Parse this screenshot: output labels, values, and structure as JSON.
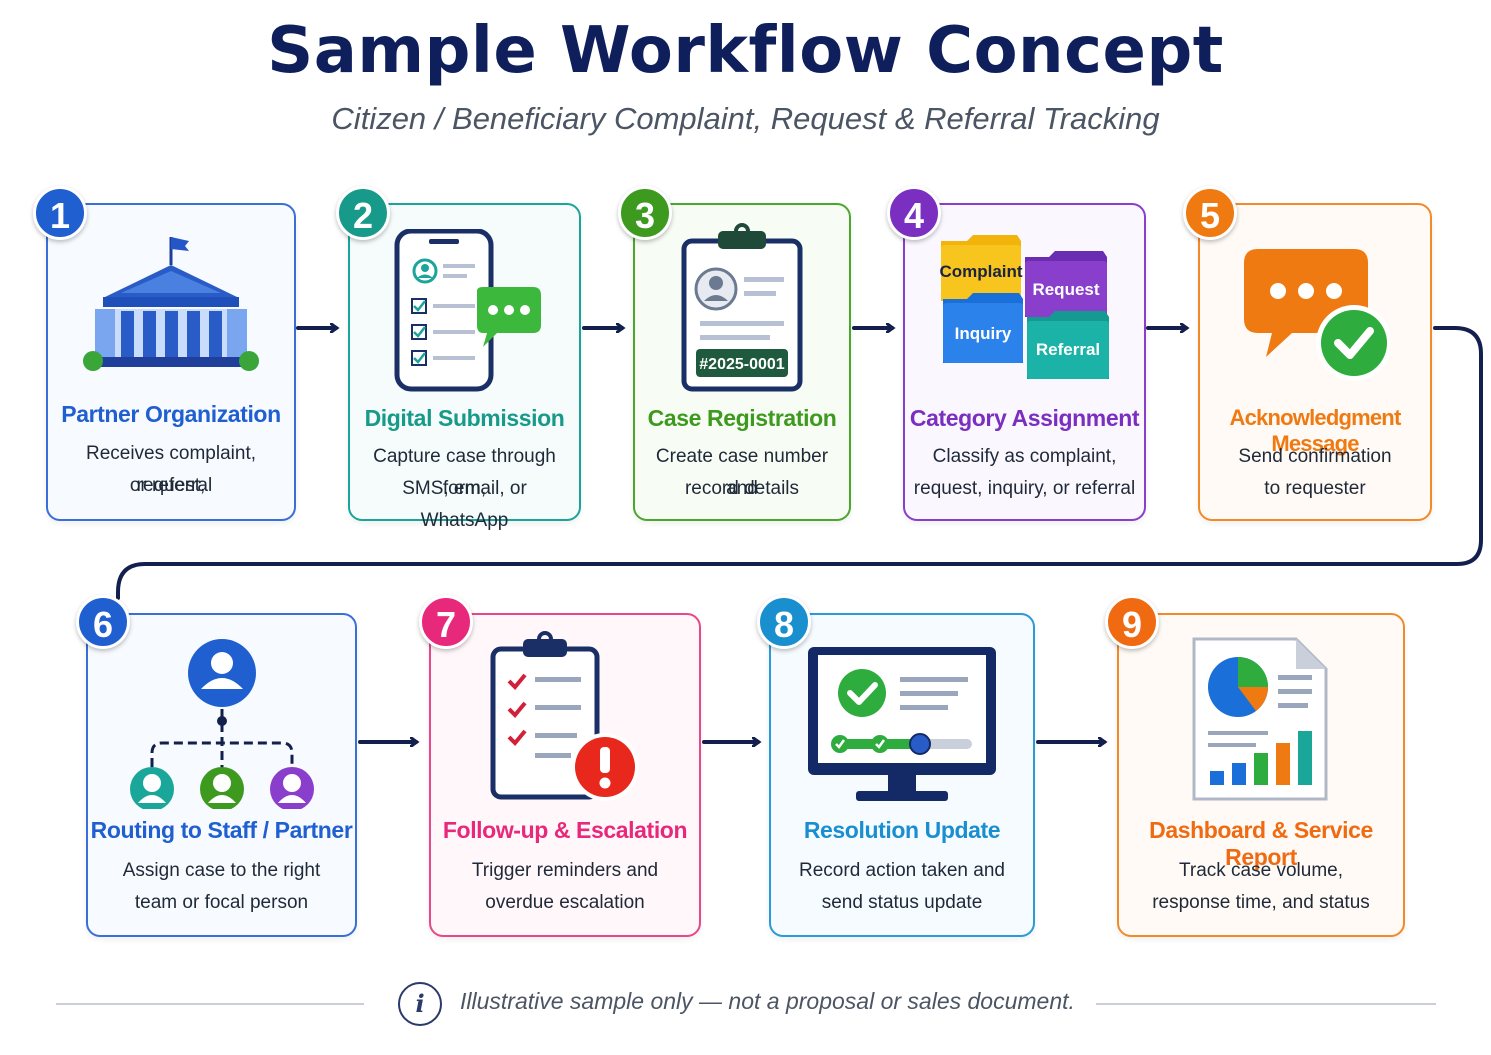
{
  "title": "Sample Workflow Concept",
  "subtitle": "Citizen / Beneficiary Complaint, Request & Referral Tracking",
  "steps": [
    {
      "number": "1",
      "title": "Partner Organization",
      "desc1": "Receives complaint, request,",
      "desc2": "or referral",
      "color": "#1f5fd0",
      "icon": "government-building-icon"
    },
    {
      "number": "2",
      "title": "Digital Submission",
      "desc1": "Capture case through form,",
      "desc2": "SMS, email, or WhatsApp",
      "color": "#179a8a",
      "icon": "phone-form-chat-icon"
    },
    {
      "number": "3",
      "title": "Case Registration",
      "desc1": "Create case number and",
      "desc2": "record details",
      "color": "#3d9a1f",
      "icon": "clipboard-case-icon",
      "case_number": "#2025-0001"
    },
    {
      "number": "4",
      "title": "Category Assignment",
      "desc1": "Classify as complaint,",
      "desc2": "request, inquiry, or referral",
      "color": "#7a2fc0",
      "icon": "category-folders-icon",
      "folders": [
        "Complaint",
        "Request",
        "Inquiry",
        "Referral"
      ]
    },
    {
      "number": "5",
      "title": "Acknowledgment Message",
      "desc1": "Send confirmation",
      "desc2": "to requester",
      "color": "#f07a12",
      "icon": "chat-check-icon"
    },
    {
      "number": "6",
      "title": "Routing to Staff / Partner",
      "desc1": "Assign case to the right",
      "desc2": "team or focal person",
      "color": "#1f5fd0",
      "icon": "org-routing-icon"
    },
    {
      "number": "7",
      "title": "Follow-up & Escalation",
      "desc1": "Trigger reminders and",
      "desc2": "overdue escalation",
      "color": "#e8287a",
      "icon": "checklist-alert-icon"
    },
    {
      "number": "8",
      "title": "Resolution Update",
      "desc1": "Record action taken and",
      "desc2": "send status update",
      "color": "#1a8fd0",
      "icon": "monitor-progress-icon"
    },
    {
      "number": "9",
      "title": "Dashboard & Service Report",
      "desc1": "Track case volume,",
      "desc2": "response time, and status",
      "color": "#f06a12",
      "icon": "report-chart-icon"
    }
  ],
  "footer": {
    "icon": "info-icon",
    "text": "Illustrative sample only — not a proposal or sales document."
  }
}
